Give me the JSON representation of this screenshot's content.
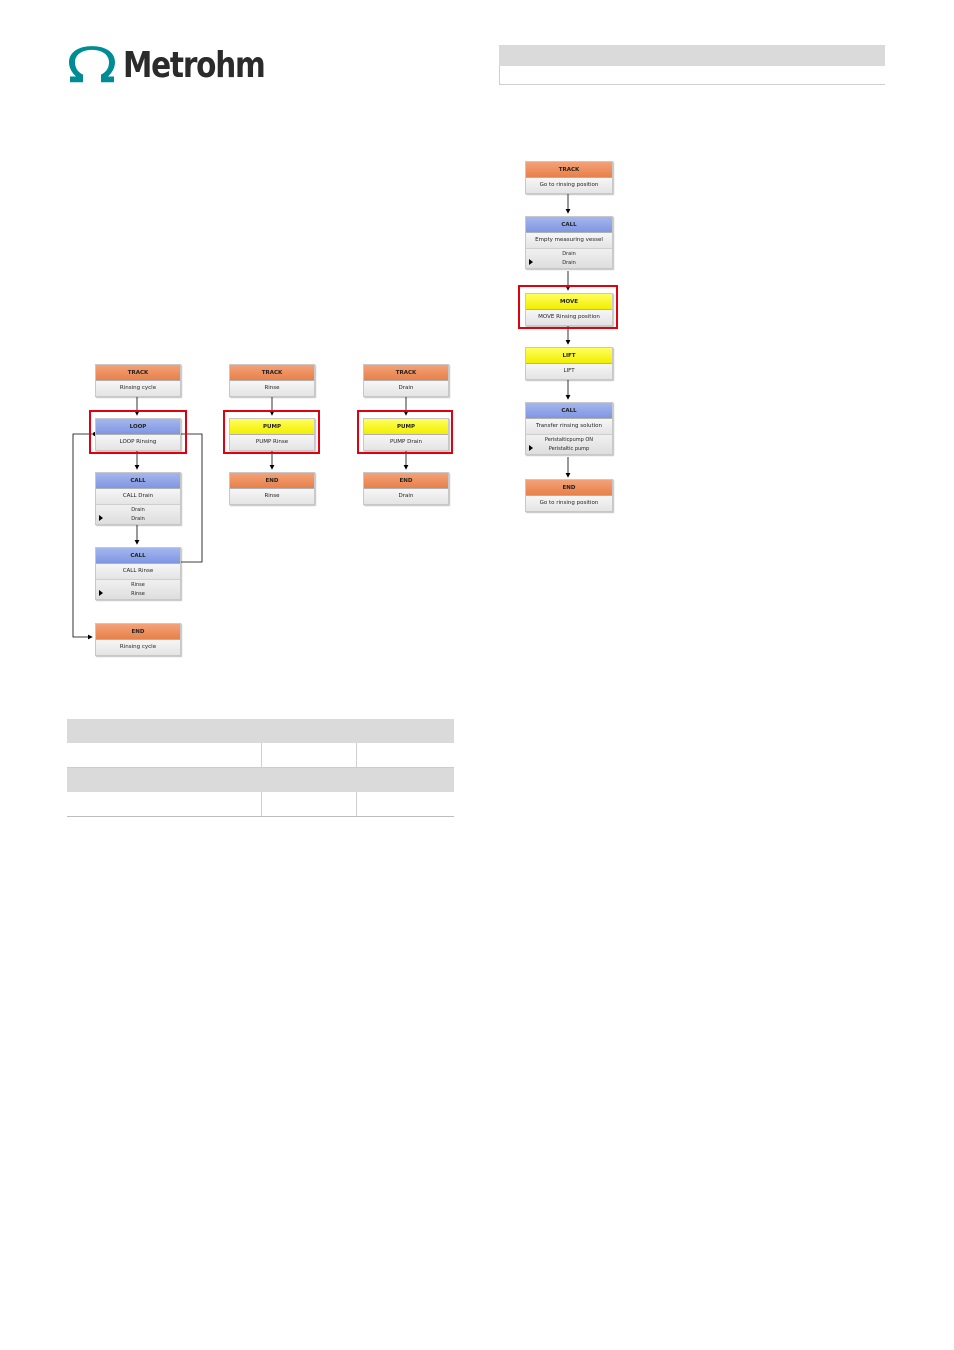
{
  "logo": {
    "name": "Metrohm",
    "color": "#008C95"
  },
  "colors": {
    "track": "#e8804a",
    "call": "#7f97e2",
    "pump": "#f2ee00",
    "highlight": "#e00010"
  },
  "flow_rinsing_cycle": {
    "track": {
      "type": "TRACK",
      "label": "Rinsing cycle"
    },
    "loop": {
      "type": "LOOP",
      "label": "LOOP Rinsing"
    },
    "call_drain": {
      "type": "CALL",
      "label": "CALL  Drain",
      "sub1": "Drain",
      "sub2": "Drain"
    },
    "call_rinse": {
      "type": "CALL",
      "label": "CALL  Rinse",
      "sub1": "Rinse",
      "sub2": "Rinse"
    },
    "end": {
      "type": "END",
      "label": "Rinsing cycle"
    }
  },
  "flow_rinse": {
    "track": {
      "type": "TRACK",
      "label": "Rinse"
    },
    "pump": {
      "type": "PUMP",
      "label": "PUMP Rinse"
    },
    "end": {
      "type": "END",
      "label": "Rinse"
    }
  },
  "flow_drain": {
    "track": {
      "type": "TRACK",
      "label": "Drain"
    },
    "pump": {
      "type": "PUMP",
      "label": "PUMP  Drain"
    },
    "end": {
      "type": "END",
      "label": "Drain"
    }
  },
  "flow_right": {
    "track": {
      "type": "TRACK",
      "label": "Go to rinsing position"
    },
    "call1": {
      "type": "CALL",
      "label": "Empty measuring vessel",
      "sub1": "Drain",
      "sub2": "Drain"
    },
    "move": {
      "type": "MOVE",
      "label": "MOVE Rinsing position"
    },
    "lift": {
      "type": "LIFT",
      "label": "LIFT"
    },
    "call2": {
      "type": "CALL",
      "label": "Transfer rinsing solution",
      "sub1": "Peristalticpump ON",
      "sub2": "Peristaltic pump"
    },
    "end": {
      "type": "END",
      "label": "Go to rinsing position"
    }
  }
}
